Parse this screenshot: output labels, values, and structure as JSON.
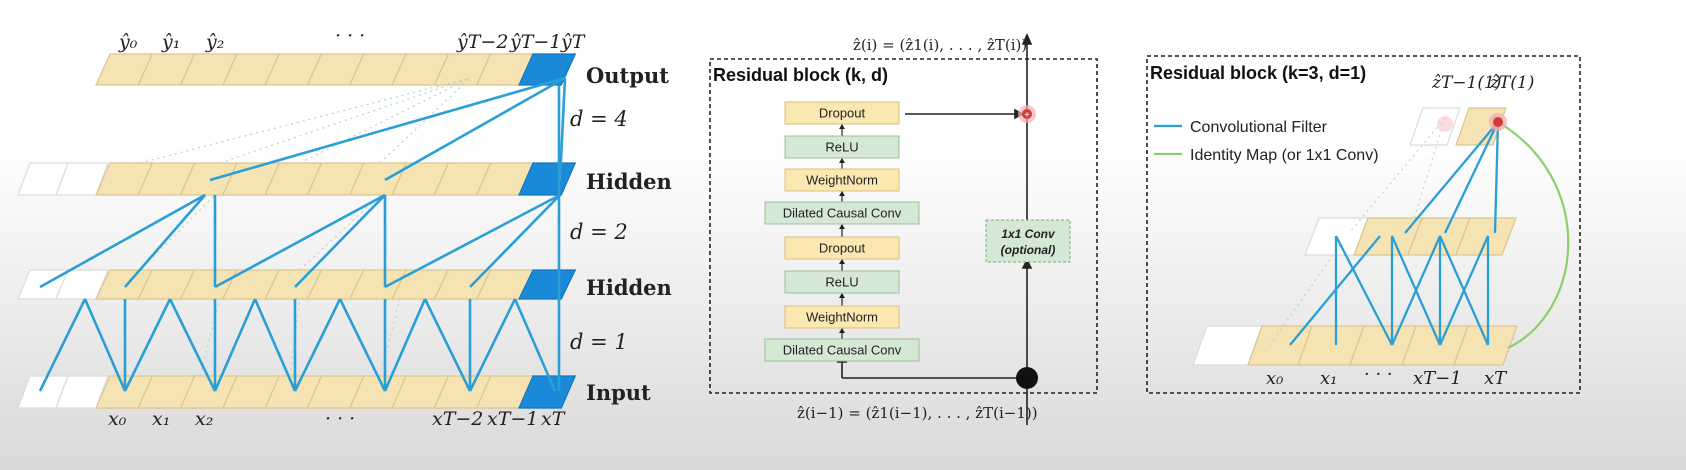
{
  "tcn": {
    "output_labels": [
      "ŷ₀",
      "ŷ₁",
      "ŷ₂",
      "· · ·",
      "ŷT−2",
      "ŷT−1",
      "ŷT"
    ],
    "input_labels": [
      "x₀",
      "x₁",
      "x₂",
      "· · ·",
      "xT−2",
      "xT−1",
      "xT"
    ],
    "layer_labels": {
      "output": "Output",
      "hidden1": "Hidden",
      "hidden2": "Hidden",
      "input": "Input"
    },
    "dilations": {
      "d4": "d = 4",
      "d2": "d = 2",
      "d1": "d = 1"
    }
  },
  "residual": {
    "title": "Residual block (k, d)",
    "top_label": "ẑ(i) = (ẑ1(i), . . . , ẑT(i))",
    "bottom_label": "ẑ(i−1) = (ẑ1(i−1), . . . , ẑT(i−1))",
    "layers": [
      "Dropout",
      "ReLU",
      "WeightNorm",
      "Dilated Causal Conv",
      "Dropout",
      "ReLU",
      "WeightNorm",
      "Dilated Causal Conv"
    ],
    "conv1x1": [
      "1x1 Conv",
      "(optional)"
    ]
  },
  "example": {
    "title": "Residual block (k=3, d=1)",
    "legend": [
      "Convolutional Filter",
      "Identity Map (or 1x1 Conv)"
    ],
    "top_labels": [
      "ẑT−1(1)",
      "ẑT(1)"
    ],
    "input_labels": [
      "x₀",
      "x₁",
      "· · ·",
      "xT−1",
      "xT"
    ]
  },
  "colors": {
    "cell": "#f5e3b3",
    "cell_stroke": "#d9c68f",
    "accent": "#1a8ad8",
    "conv": "#2a9fd6",
    "identity": "#8dcf6a",
    "box_yellow": "#fbe7b0",
    "box_green": "#d5e8d4"
  }
}
